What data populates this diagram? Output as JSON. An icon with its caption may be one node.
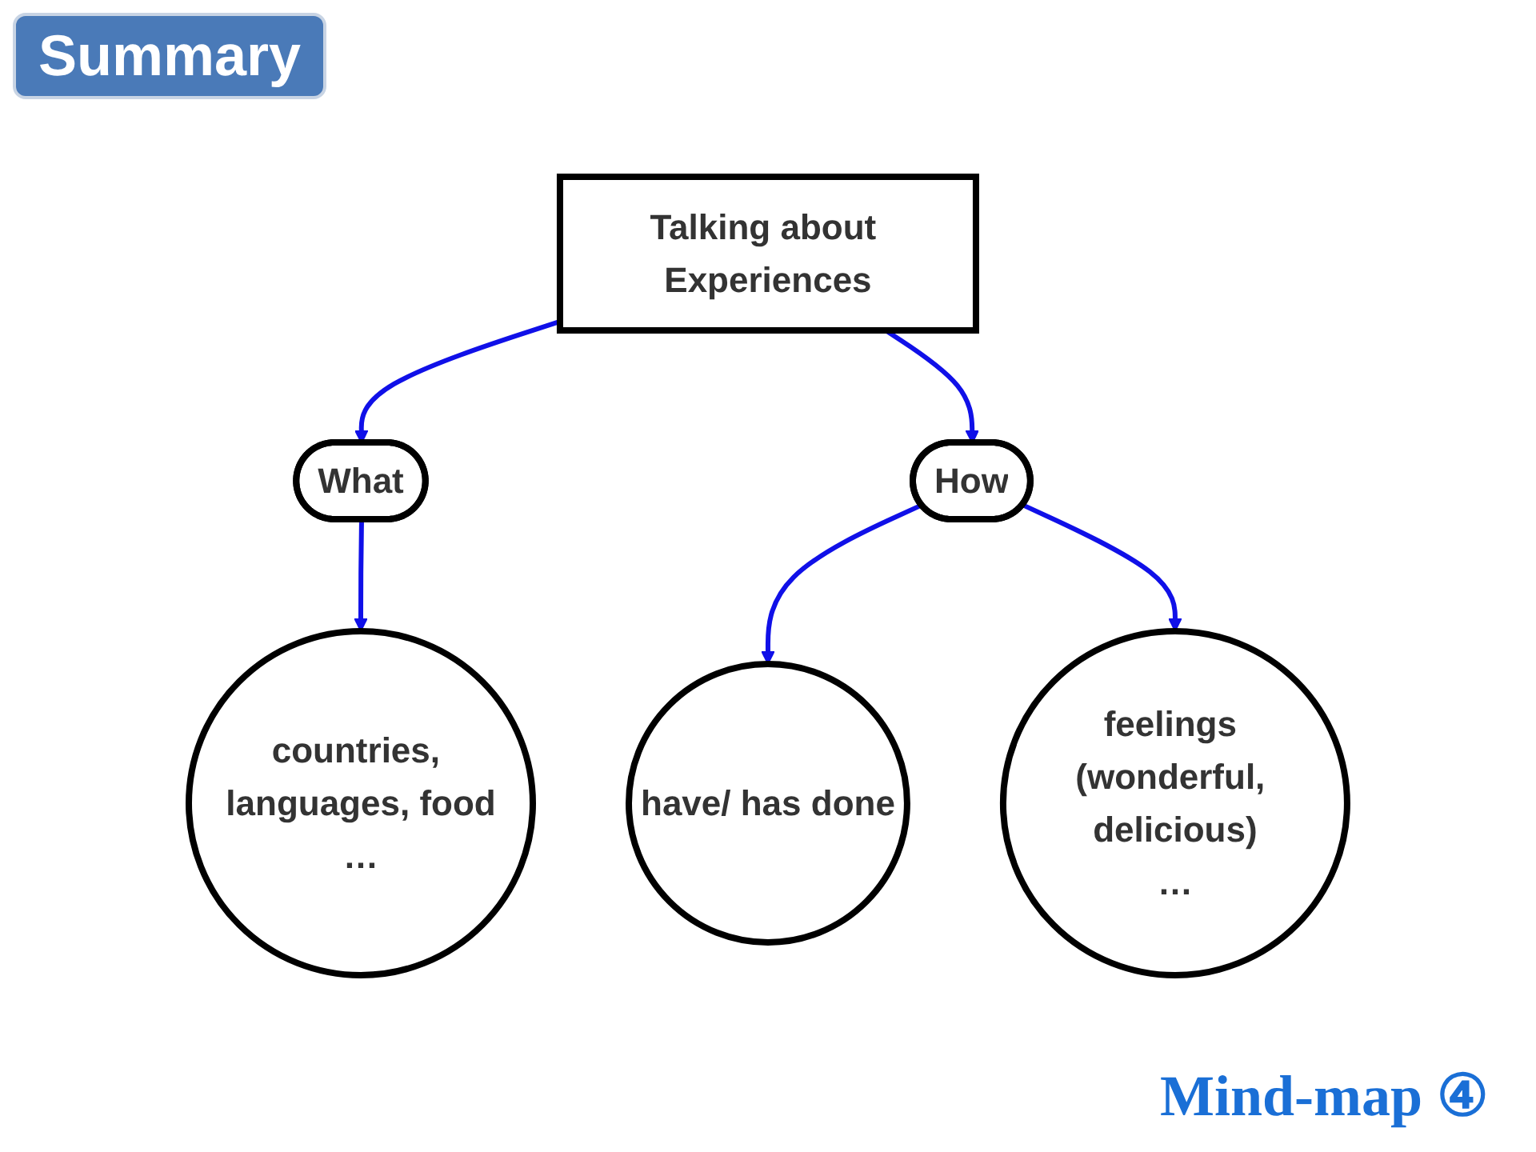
{
  "diagram": {
    "title": "Summary",
    "caption": "Mind-map ④",
    "nodes": [
      {
        "text": [
          "Talking about Experiences"
        ]
      },
      {
        "text": [
          "What"
        ]
      },
      {
        "text": [
          "How"
        ]
      },
      {
        "text": [
          "countries, languages, food",
          "…"
        ]
      },
      {
        "text": [
          "have/ has done"
        ]
      },
      {
        "text": [
          "feelings (wonderful, delicious)",
          "…"
        ]
      }
    ],
    "edges": [
      {
        "from": 0,
        "to": 1,
        "arrow": "to"
      },
      {
        "from": 0,
        "to": 2,
        "arrow": "to"
      },
      {
        "from": 1,
        "to": 3,
        "arrow": "to"
      },
      {
        "from": 2,
        "to": 4,
        "arrow": "to"
      },
      {
        "from": 2,
        "to": 5,
        "arrow": "to"
      }
    ]
  }
}
